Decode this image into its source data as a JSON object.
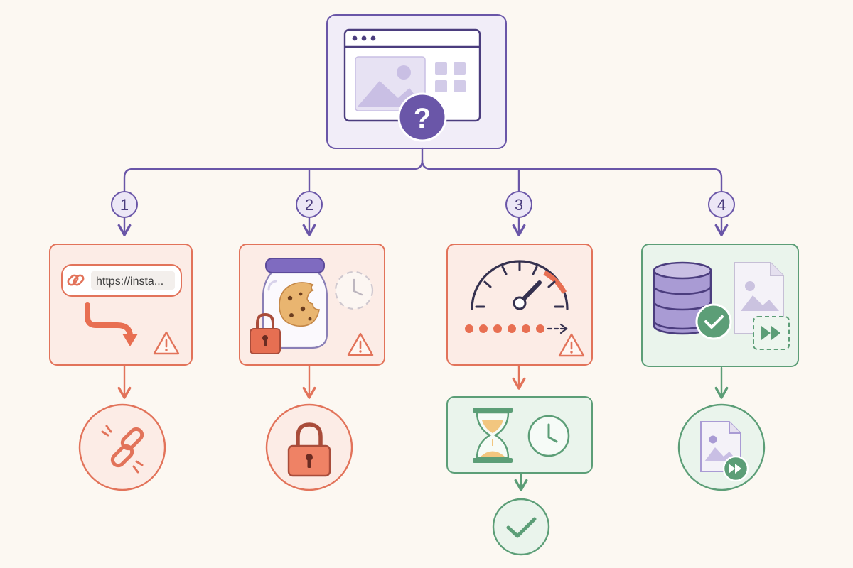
{
  "root": {
    "icon": "webpage-question-icon",
    "symbol": "?"
  },
  "colors": {
    "background": "#fcf8f2",
    "purple": "#6a56a8",
    "purple_light": "#ece7f6",
    "purple_fill": "#c9bfe4",
    "coral": "#e2735a",
    "coral_light": "#fcece6",
    "coral_fill": "#f2a28e",
    "green": "#5c9e77",
    "green_light": "#eaf4ec",
    "amber": "#f2c67f",
    "brown": "#c9955a"
  },
  "steps": [
    {
      "number": "1",
      "icon": "link-redirect-icon",
      "url_text": "https://insta...",
      "warning_icon": "warning-icon",
      "outcome_icon": "broken-link-icon"
    },
    {
      "number": "2",
      "icon": "cookie-jar-lock-icon",
      "warning_icon": "warning-icon",
      "outcome_icon": "padlock-icon"
    },
    {
      "number": "3",
      "icon": "speedometer-icon",
      "warning_icon": "warning-icon",
      "wait_icon": "hourglass-clock-icon",
      "outcome_icon": "checkmark-icon"
    },
    {
      "number": "4",
      "icon": "database-check-icon",
      "outcome_icon": "image-skip-icon"
    }
  ]
}
